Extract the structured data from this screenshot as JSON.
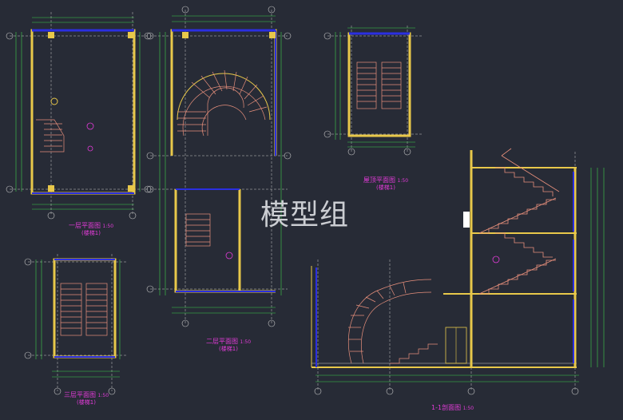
{
  "watermark": "模型组",
  "titles": {
    "plan1": {
      "name": "一层平面图",
      "scale": "1:50",
      "sub": "(楼梯1)"
    },
    "plan2": {
      "name": "二层平面图",
      "scale": "1:50",
      "sub": "(楼梯1)"
    },
    "plan3": {
      "name": "三层平面图",
      "scale": "1:50",
      "sub": "(楼梯1)"
    },
    "roof": {
      "name": "屋顶平面图",
      "scale": "1:50",
      "sub": "(楼梯1)"
    },
    "section": {
      "name": "1-1剖面图",
      "scale": "1:50"
    }
  },
  "colors": {
    "background": "#272b36",
    "wall": "#e8c84a",
    "wall_blue": "#2b2fe0",
    "stair": "#e8907c",
    "dimension": "#3fd04a",
    "axis": "#c8c8c8",
    "annotation": "#e23bd8"
  }
}
